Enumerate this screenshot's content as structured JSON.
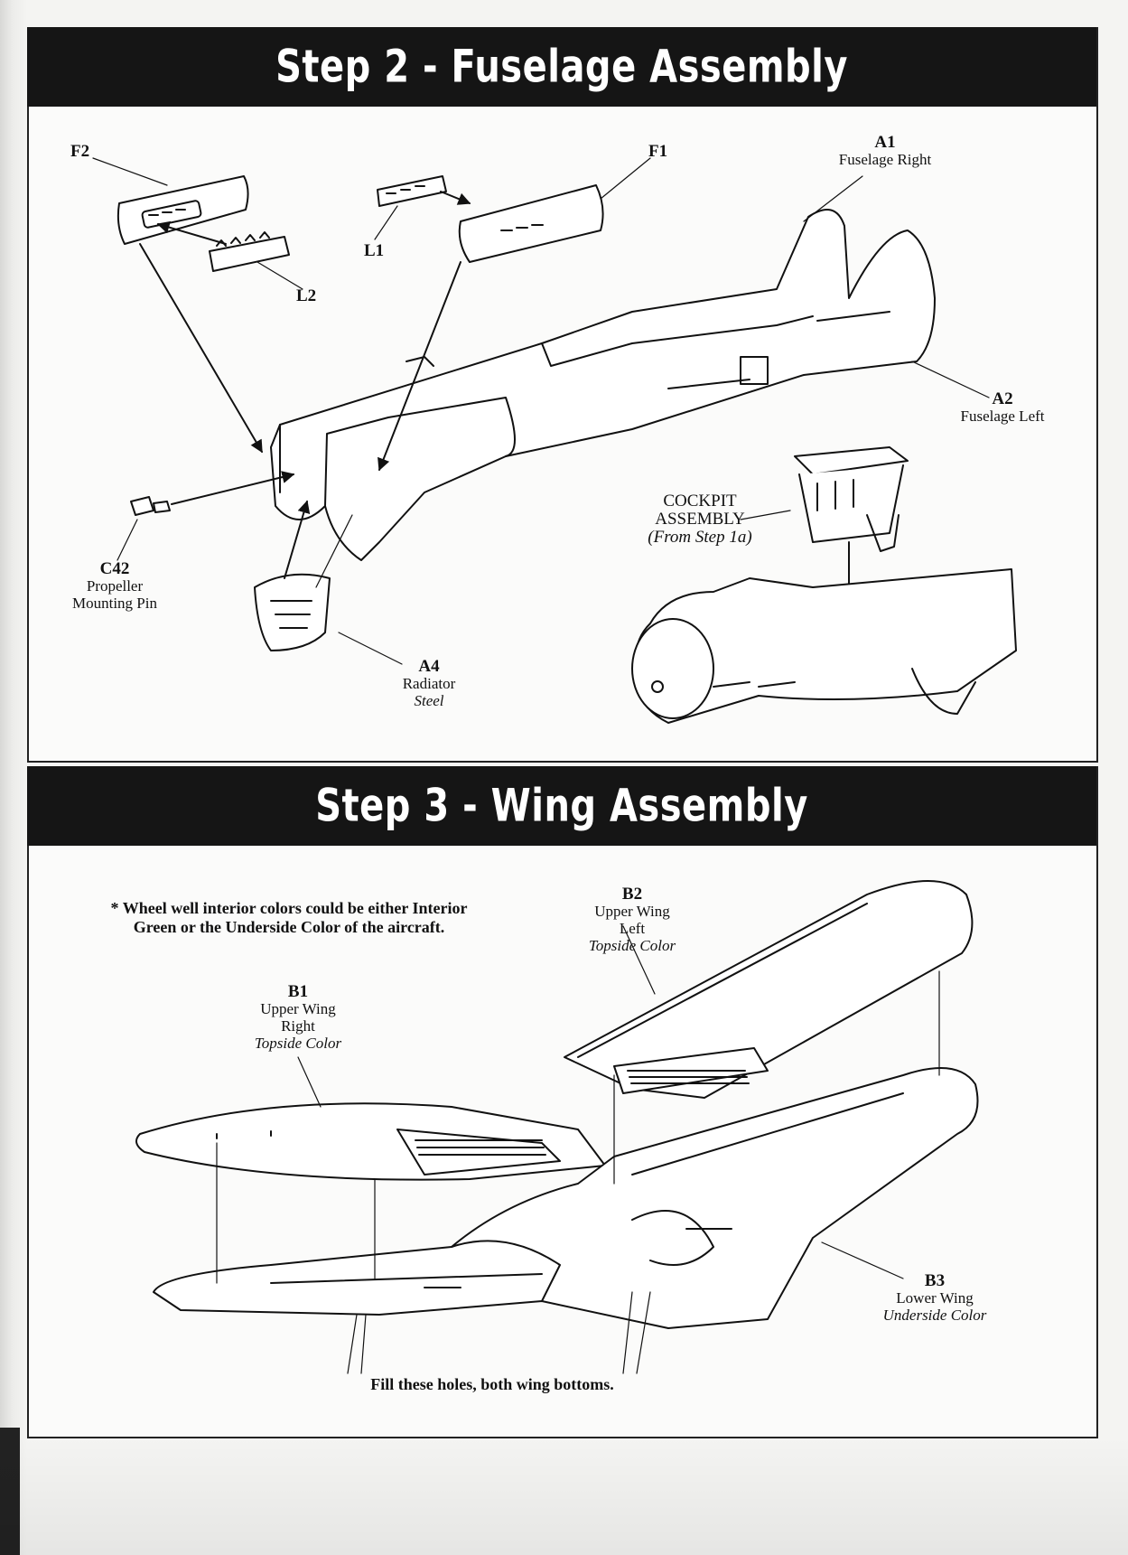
{
  "step2": {
    "title": "Step 2 - Fuselage  Assembly",
    "labels": {
      "f2": "F2",
      "f1": "F1",
      "l1": "L1",
      "l2": "L2",
      "a1_code": "A1",
      "a1_name": "Fuselage Right",
      "a2_code": "A2",
      "a2_name": "Fuselage Left",
      "cockpit_line1": "COCKPIT",
      "cockpit_line2": "ASSEMBLY",
      "cockpit_line3": "(From Step 1a)",
      "c42_code": "C42",
      "c42_line1": "Propeller",
      "c42_line2": "Mounting Pin",
      "a4_code": "A4",
      "a4_name": "Radiator",
      "a4_color": "Steel"
    }
  },
  "step3": {
    "title": "Step 3 - Wing Assembly",
    "note_line1": "* Wheel well interior colors could be either Interior",
    "note_line2": "Green or the Underside Color of the aircraft.",
    "labels": {
      "b2_code": "B2",
      "b2_line1": "Upper Wing",
      "b2_line2": "Left",
      "b2_color": "Topside Color",
      "b1_code": "B1",
      "b1_line1": "Upper Wing",
      "b1_line2": "Right",
      "b1_color": "Topside Color",
      "b3_code": "B3",
      "b3_line1": "Lower Wing",
      "b3_color": "Underside Color"
    },
    "fill_note": "Fill these holes, both wing bottoms."
  }
}
